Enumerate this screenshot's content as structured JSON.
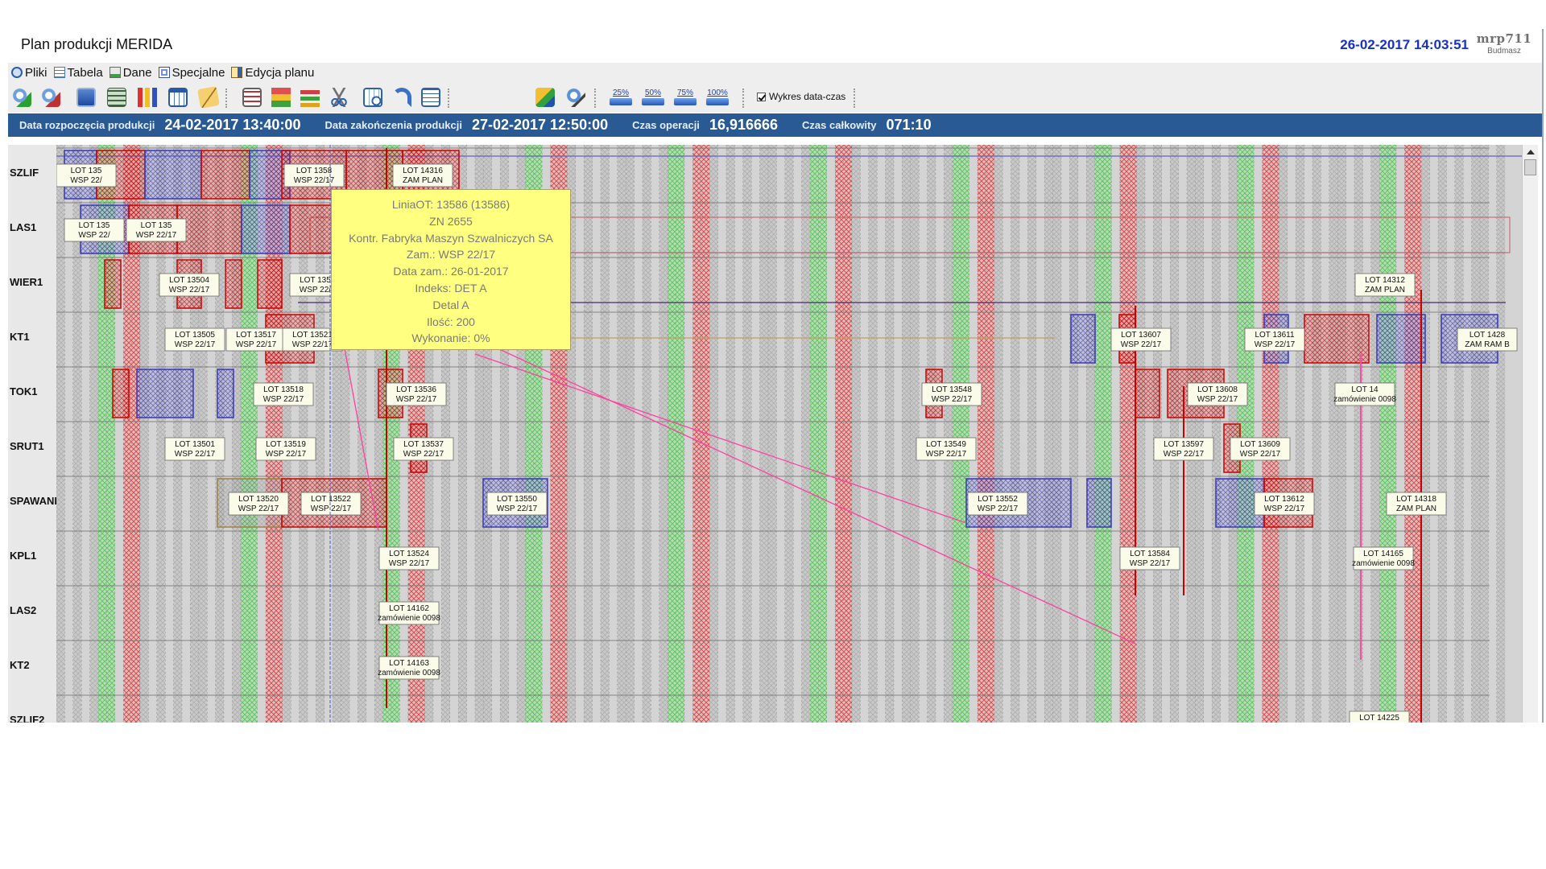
{
  "app": {
    "title": "Plan produkcji MERIDA",
    "datetime": "26-02-2017 14:03:51",
    "logo_main": "mrp711",
    "logo_sub": "Budmasz"
  },
  "menu": [
    {
      "label": "Pliki",
      "icon": "gear-icon"
    },
    {
      "label": "Tabela",
      "icon": "table-icon"
    },
    {
      "label": "Dane",
      "icon": "data-icon"
    },
    {
      "label": "Specjalne",
      "icon": "special-icon"
    },
    {
      "label": "Edycja planu",
      "icon": "edit-plan-icon"
    }
  ],
  "toolbar": {
    "icons": [
      "zoom-in-icon",
      "zoom-out-icon",
      "view-icon",
      "grid-view-icon",
      "bar-chart-icon",
      "calendar-icon",
      "tag-icon",
      "checklist-icon",
      "arrange-icon",
      "bars-icon",
      "scissors-icon",
      "schedule-icon",
      "undo-icon",
      "save-table-icon",
      "move-lot-icon",
      "search-icon"
    ],
    "zoom_levels": [
      "25%",
      "50%",
      "75%",
      "100%"
    ],
    "checkbox_label": "Wykres data-czas",
    "checkbox_checked": true
  },
  "info": {
    "start_label": "Data rozpoczęcia produkcji",
    "start_value": "24-02-2017 13:40:00",
    "end_label": "Data zakończenia produkcji",
    "end_value": "27-02-2017 12:50:00",
    "op_label": "Czas operacji",
    "op_value": "16,916666",
    "total_label": "Czas całkowity",
    "total_value": "071:10"
  },
  "rows": [
    "SZLIF",
    "LAS1",
    "WIER1",
    "KT1",
    "TOK1",
    "SRUT1",
    "SPAWANIE",
    "KPL1",
    "LAS2",
    "KT2",
    "SZLIF2"
  ],
  "colors": {
    "accent_blue": "#2a5a94",
    "datetime_blue": "#1830c8",
    "weekend_green": "#3cd23c",
    "weekend_red": "#e63232",
    "op_red": "#cc0000",
    "op_blue": "#3838b8",
    "tooltip_bg": "#ffff80"
  },
  "lots": [
    {
      "row": 0,
      "l1": "LOT 14316",
      "l2": "ZAM PLAN"
    },
    {
      "row": 0,
      "l1": "LOT 135",
      "l2": "WSP 22/"
    },
    {
      "row": 0,
      "l1": "LOT 1358",
      "l2": "WSP 22/17"
    },
    {
      "row": 1,
      "l1": "LOT 135",
      "l2": "WSP 22/"
    },
    {
      "row": 1,
      "l1": "LOT 135",
      "l2": "WSP 22/17"
    },
    {
      "row": 2,
      "l1": "LOT 13504",
      "l2": "WSP 22/17"
    },
    {
      "row": 2,
      "l1": "LOT 13540",
      "l2": "WSP 22/17"
    },
    {
      "row": 2,
      "l1": "LOT 14312",
      "l2": "ZAM PLAN"
    },
    {
      "row": 3,
      "l1": "LOT 13505",
      "l2": "WSP 22/17"
    },
    {
      "row": 3,
      "l1": "LOT 13517",
      "l2": "WSP 22/17"
    },
    {
      "row": 3,
      "l1": "LOT 13521",
      "l2": "WSP 22/17"
    },
    {
      "row": 3,
      "l1": "LOT 13607",
      "l2": "WSP 22/17"
    },
    {
      "row": 3,
      "l1": "LOT 13611",
      "l2": "WSP 22/17"
    },
    {
      "row": 3,
      "l1": "LOT 1428",
      "l2": "ZAM RAM B"
    },
    {
      "row": 4,
      "l1": "LOT 13518",
      "l2": "WSP 22/17"
    },
    {
      "row": 4,
      "l1": "LOT 13536",
      "l2": "WSP 22/17"
    },
    {
      "row": 4,
      "l1": "LOT 13548",
      "l2": "WSP 22/17"
    },
    {
      "row": 4,
      "l1": "LOT 13608",
      "l2": "WSP 22/17"
    },
    {
      "row": 4,
      "l1": "LOT 14",
      "l2": "zamówienie 0098"
    },
    {
      "row": 5,
      "l1": "LOT 13501",
      "l2": "WSP 22/17"
    },
    {
      "row": 5,
      "l1": "LOT 13519",
      "l2": "WSP 22/17"
    },
    {
      "row": 5,
      "l1": "LOT 13537",
      "l2": "WSP 22/17"
    },
    {
      "row": 5,
      "l1": "LOT 13549",
      "l2": "WSP 22/17"
    },
    {
      "row": 5,
      "l1": "LOT 13597",
      "l2": "WSP 22/17"
    },
    {
      "row": 5,
      "l1": "LOT 13609",
      "l2": "WSP 22/17"
    },
    {
      "row": 6,
      "l1": "LOT 13520",
      "l2": "WSP 22/17"
    },
    {
      "row": 6,
      "l1": "LOT 13522",
      "l2": "WSP 22/17"
    },
    {
      "row": 6,
      "l1": "LOT 13550",
      "l2": "WSP 22/17"
    },
    {
      "row": 6,
      "l1": "LOT 13552",
      "l2": "WSP 22/17"
    },
    {
      "row": 6,
      "l1": "LOT 13612",
      "l2": "WSP 22/17"
    },
    {
      "row": 6,
      "l1": "LOT 14318",
      "l2": "ZAM PLAN"
    },
    {
      "row": 7,
      "l1": "LOT 13524",
      "l2": "WSP 22/17"
    },
    {
      "row": 7,
      "l1": "LOT 13584",
      "l2": "WSP 22/17"
    },
    {
      "row": 7,
      "l1": "LOT 14165",
      "l2": "zamówienie 0098"
    },
    {
      "row": 8,
      "l1": "LOT 14162",
      "l2": "zamówienie 0098"
    },
    {
      "row": 9,
      "l1": "LOT 14163",
      "l2": "zamówienie 0098"
    },
    {
      "row": 10,
      "l1": "LOT 14225",
      "l2": ""
    }
  ],
  "tooltip": [
    "LiniaOT: 13586 (13586)",
    "ZN 2655",
    "Kontr. Fabryka Maszyn Szwalniczych SA",
    "Zam.: WSP 22/17",
    "Data zam.: 26-01-2017",
    "Indeks: DET A",
    "Detal A",
    "Ilość: 200",
    "Wykonanie: 0%"
  ]
}
